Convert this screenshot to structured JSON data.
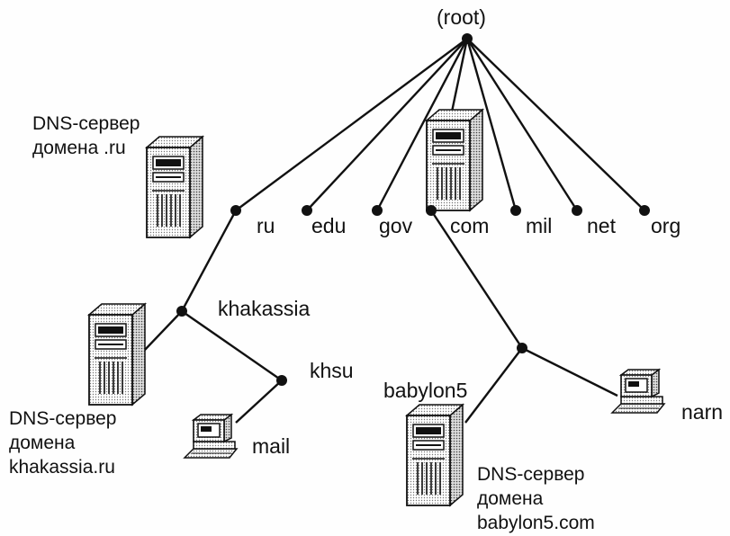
{
  "diagram": {
    "title": "",
    "nodes": {
      "root": "(root)",
      "ru": "ru",
      "edu": "edu",
      "gov": "gov",
      "com": "com",
      "mil": "mil",
      "net": "net",
      "org": "org",
      "khakassia": "khakassia",
      "khsu": "khsu",
      "mail": "mail",
      "babylon5": "babylon5",
      "narn": "narn"
    },
    "captions": {
      "dns_ru": [
        "DNS-сервер",
        "домена .ru"
      ],
      "dns_khakassia": [
        "DNS-сервер",
        "домена",
        "khakassia.ru"
      ],
      "dns_babylon5": [
        "DNS-сервер",
        "домена",
        "babylon5.com"
      ]
    },
    "icons": {
      "server": "server-tower-icon",
      "workstation": "workstation-computer-icon"
    },
    "colors": {
      "ink": "#111111",
      "paper": "#fefefe"
    }
  }
}
